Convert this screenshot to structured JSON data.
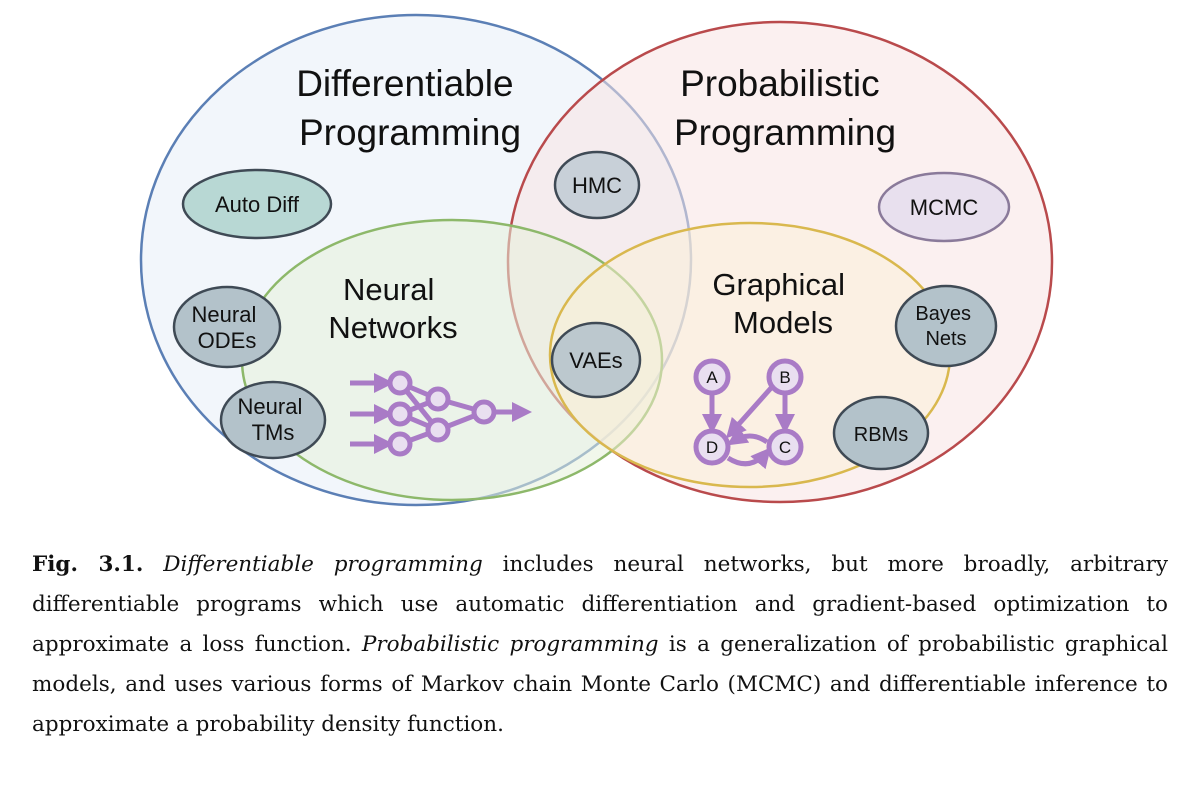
{
  "diagram": {
    "regions": {
      "differentiable_programming": [
        "Differentiable",
        "Programming"
      ],
      "probabilistic_programming": [
        "Probabilistic",
        "Programming"
      ],
      "neural_networks": [
        "Neural",
        "Networks"
      ],
      "graphical_models": [
        "Graphical",
        "Models"
      ]
    },
    "items": {
      "auto_diff": [
        "Auto Diff"
      ],
      "neural_odes": [
        "Neural",
        "ODEs"
      ],
      "neural_tms": [
        "Neural",
        "TMs"
      ],
      "hmc": [
        "HMC"
      ],
      "vaes": [
        "VAEs"
      ],
      "mcmc": [
        "MCMC"
      ],
      "bayes_nets": [
        "Bayes",
        "Nets"
      ],
      "rbms": [
        "RBMs"
      ]
    },
    "graph_nodes": [
      "A",
      "B",
      "D",
      "C"
    ],
    "colors": {
      "differentiable": "#5b7fb5",
      "probabilistic": "#b94a4c",
      "neural_networks": "#8db86a",
      "graphical_models": "#d9b84e",
      "icon": "#a97bc6"
    }
  },
  "caption": {
    "label": "Fig. 3.1.",
    "term1": "Differentiable programming",
    "text1": " includes neural networks, but more broadly, arbitrary differentiable programs which use automatic differentiation and gradient-based optimization to approximate a loss function. ",
    "term2": "Probabilistic programming",
    "text2": " is a generalization of probabilistic graphical models, and uses various forms of Markov chain Monte Carlo (MCMC) and differentiable inference to approximate a probability density function."
  }
}
